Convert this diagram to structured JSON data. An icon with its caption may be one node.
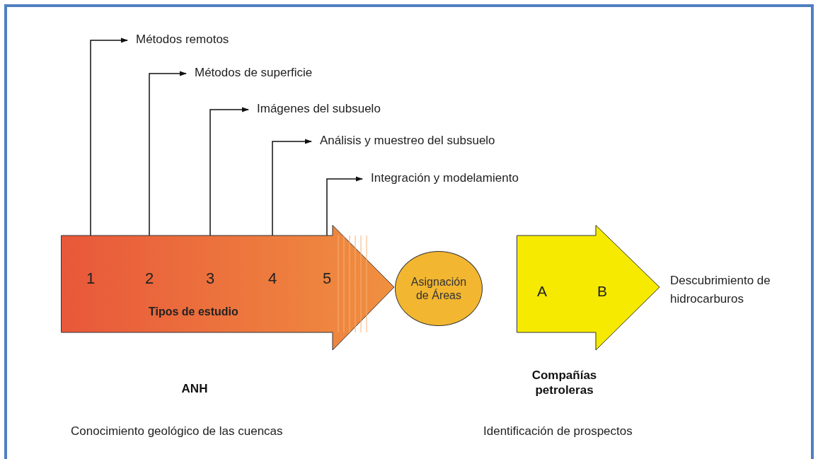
{
  "diagram": {
    "nodes": [
      {
        "text": [
          "Tipos de estudio"
        ]
      },
      {
        "text": [
          "1"
        ],
        "in": 0
      },
      {
        "text": [
          "2"
        ],
        "in": 0
      },
      {
        "text": [
          "3"
        ],
        "in": 0
      },
      {
        "text": [
          "4"
        ],
        "in": 0
      },
      {
        "text": [
          "5"
        ],
        "in": 0
      },
      {
        "text": [
          "Métodos remotos"
        ]
      },
      {
        "text": [
          "Métodos de superficie"
        ]
      },
      {
        "text": [
          "Imágenes del subsuelo"
        ]
      },
      {
        "text": [
          "Análisis y muestreo del subsuelo"
        ]
      },
      {
        "text": [
          "Integración y modelamiento"
        ]
      },
      {
        "text": [
          "Asignación de Áreas"
        ]
      },
      {
        "text": [
          "A",
          "B"
        ]
      }
    ],
    "edges": [
      {
        "from": 1,
        "to": 6,
        "arrow": "to"
      },
      {
        "from": 2,
        "to": 7,
        "arrow": "to"
      },
      {
        "from": 3,
        "to": 8,
        "arrow": "to"
      },
      {
        "from": 4,
        "to": 9,
        "arrow": "to"
      },
      {
        "from": 5,
        "to": 10,
        "arrow": "to"
      }
    ],
    "labels": [
      "Descubrimiento de hidrocarburos",
      "ANH",
      "Compañías petroleras",
      "Conocimiento geológico de las cuencas",
      "Identificación de prospectos"
    ]
  }
}
